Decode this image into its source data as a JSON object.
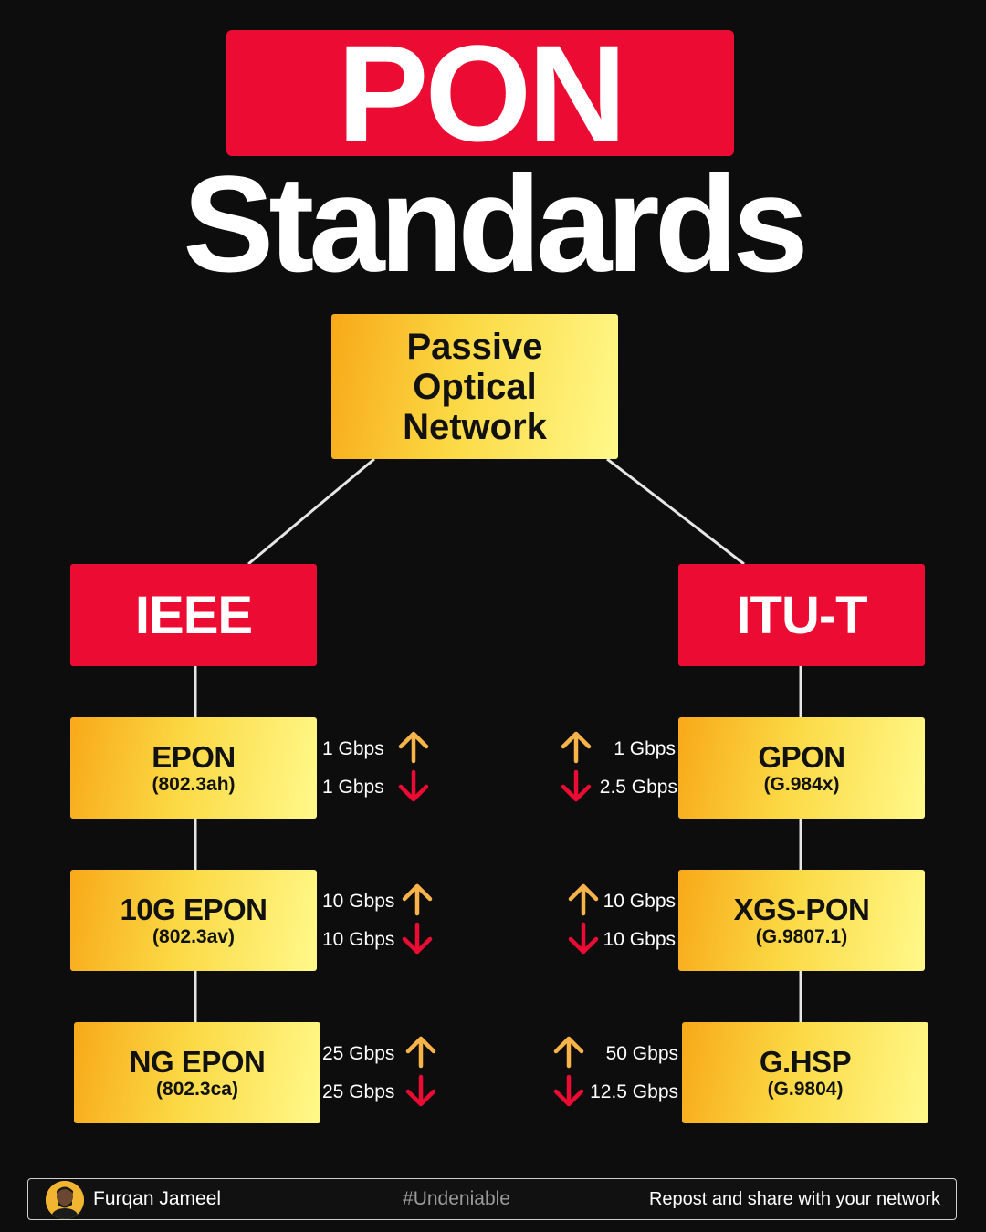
{
  "title": {
    "line1": "PON",
    "line2": "Standards"
  },
  "root": {
    "lines": [
      "Passive",
      "Optical",
      "Network"
    ]
  },
  "categories": {
    "ieee": "IEEE",
    "itu": "ITU-T"
  },
  "ieee_standards": [
    {
      "name": "EPON",
      "code": "(802.3ah)",
      "up": "1 Gbps",
      "down": "1 Gbps"
    },
    {
      "name": "10G EPON",
      "code": "(802.3av)",
      "up": "10 Gbps",
      "down": "10 Gbps"
    },
    {
      "name": "NG EPON",
      "code": "(802.3ca)",
      "up": "25 Gbps",
      "down": "25 Gbps"
    }
  ],
  "itu_standards": [
    {
      "name": "GPON",
      "code": "(G.984x)",
      "up": "1 Gbps",
      "down": "2.5 Gbps"
    },
    {
      "name": "XGS-PON",
      "code": "(G.9807.1)",
      "up": "10 Gbps",
      "down": "10 Gbps"
    },
    {
      "name": "G.HSP",
      "code": "(G.9804)",
      "up": "50 Gbps",
      "down": "12.5 Gbps"
    }
  ],
  "colors": {
    "red": "#ec0c33",
    "up_arrow": "#f8b448",
    "down_arrow": "#ec0c33",
    "background": "#0d0d0d"
  },
  "icons": {
    "up": "arrow-up-icon",
    "down": "arrow-down-icon",
    "avatar": "author-avatar"
  },
  "footer": {
    "author": "Furqan Jameel",
    "hashtag": "#Undeniable",
    "cta": "Repost and share with your network"
  }
}
